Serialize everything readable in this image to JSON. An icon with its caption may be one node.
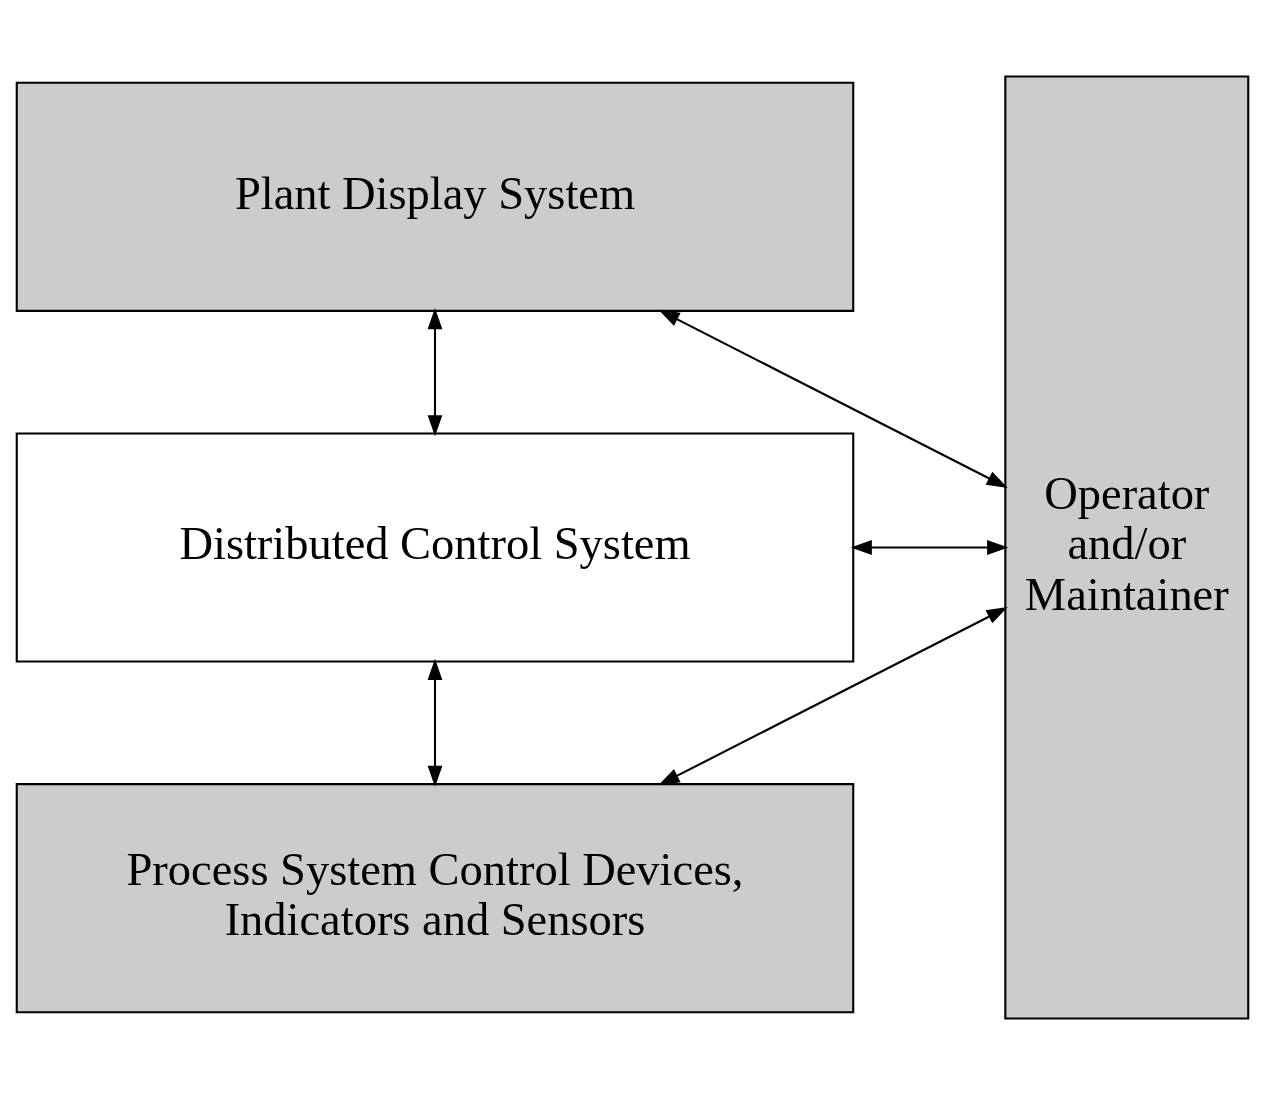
{
  "diagram": {
    "nodes": [
      {
        "text": [
          "Plant Display System"
        ]
      },
      {
        "text": [
          "Distributed Control System"
        ]
      },
      {
        "text": [
          "Process System Control Devices, Indicators and Sensors"
        ]
      },
      {
        "text": [
          "Operator and/or Maintainer"
        ]
      }
    ],
    "edges": [
      {
        "from": 0,
        "to": 1,
        "arrow": "both"
      },
      {
        "from": 1,
        "to": 2,
        "arrow": "both"
      },
      {
        "from": 0,
        "to": 3,
        "arrow": "both"
      },
      {
        "from": 1,
        "to": 3,
        "arrow": "both"
      },
      {
        "from": 2,
        "to": 3,
        "arrow": "both"
      }
    ]
  }
}
